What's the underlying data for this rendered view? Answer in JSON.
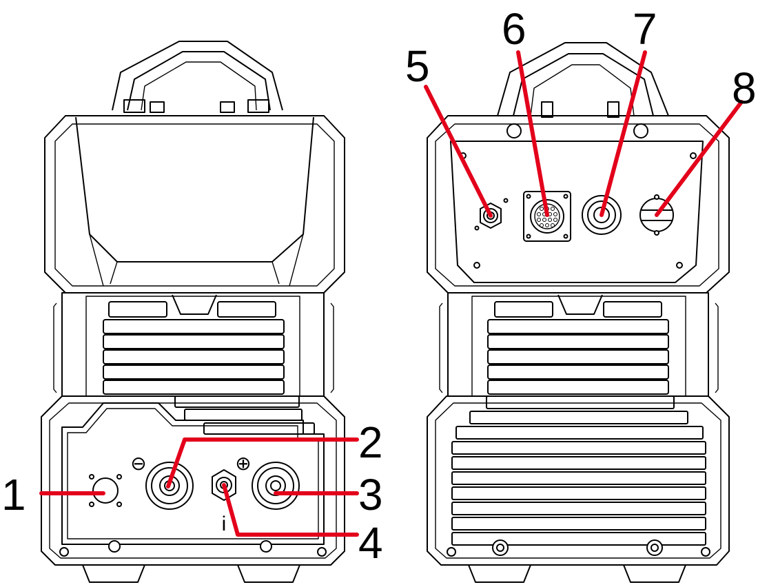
{
  "figure": {
    "accent_color": "#e3001b",
    "line_color": "#000000",
    "front_view": {
      "callouts": [
        "1",
        "2",
        "3",
        "4"
      ],
      "symbols": {
        "negative": "⊖",
        "positive": "⊕",
        "info": "i"
      }
    },
    "rear_view": {
      "callouts": [
        "5",
        "6",
        "7",
        "8"
      ]
    }
  }
}
